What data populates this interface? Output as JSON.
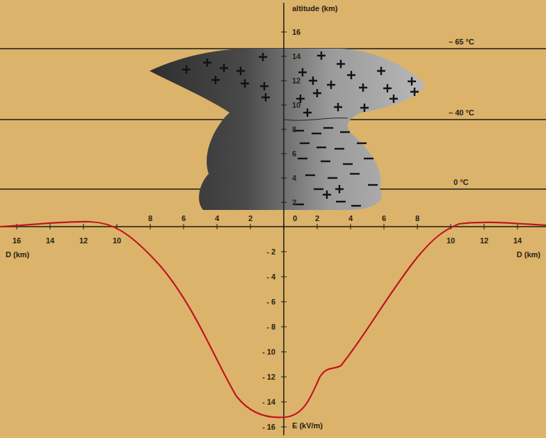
{
  "diagram": {
    "labels": [
      "altitude (km)",
      "16",
      "14",
      "12",
      "10",
      "8",
      "6",
      "4",
      "2",
      "– 65 °C",
      "– 40 °C",
      "0 °C",
      "16",
      "14",
      "12",
      "10",
      "8",
      "6",
      "4",
      "2",
      "0",
      "2",
      "4",
      "6",
      "8",
      "10",
      "12",
      "14",
      "D (km)",
      "D (km)",
      "- 2",
      "- 4",
      "- 6",
      "- 8",
      "- 10",
      "- 12",
      "- 14",
      "- 16",
      "E (kV/m)"
    ]
  }
}
